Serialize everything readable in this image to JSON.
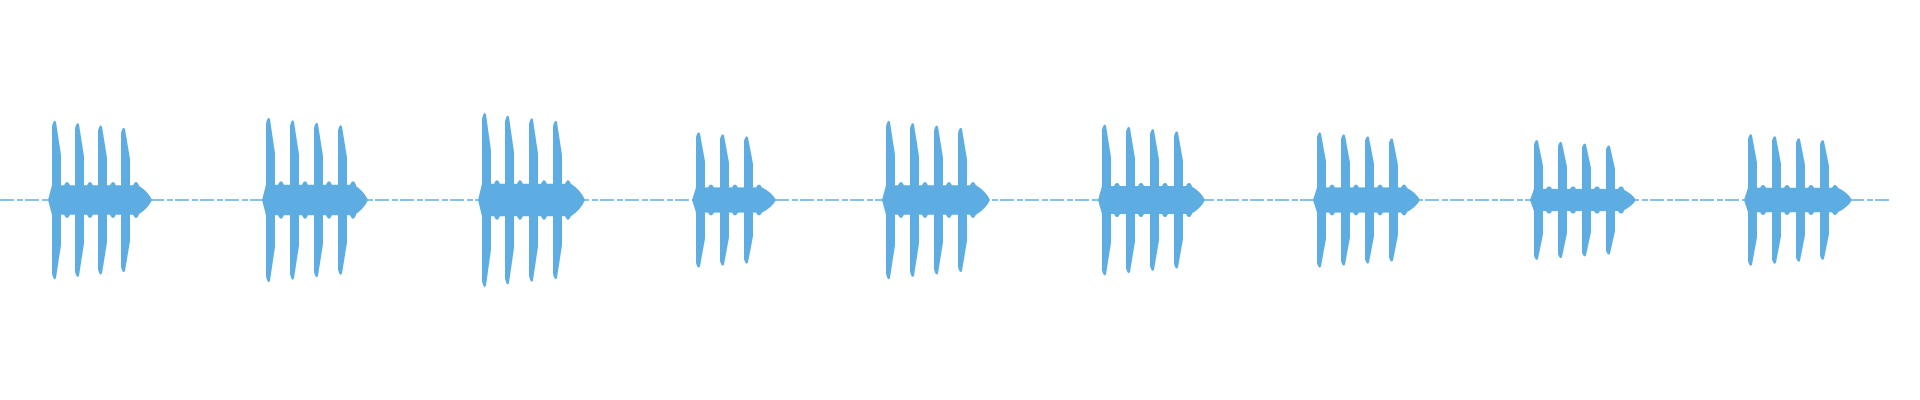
{
  "chart_data": {
    "type": "area",
    "title": "",
    "xlabel": "",
    "ylabel": "",
    "grid": false,
    "legend": "none",
    "ylim": [
      -1,
      1
    ],
    "color": "#5DADE2",
    "x_extent": [
      0,
      1920
    ],
    "bursts": [
      {
        "start": 48,
        "end": 152,
        "pulses": [
          52,
          75,
          98,
          121
        ],
        "peak": 0.82
      },
      {
        "start": 262,
        "end": 368,
        "pulses": [
          266,
          290,
          314,
          338
        ],
        "peak": 0.85
      },
      {
        "start": 478,
        "end": 585,
        "pulses": [
          482,
          505,
          529,
          553
        ],
        "peak": 0.9
      },
      {
        "start": 692,
        "end": 776,
        "pulses": [
          696,
          720,
          744
        ],
        "peak": 0.7
      },
      {
        "start": 882,
        "end": 990,
        "pulses": [
          886,
          910,
          934,
          958
        ],
        "peak": 0.82
      },
      {
        "start": 1098,
        "end": 1205,
        "pulses": [
          1102,
          1126,
          1150,
          1174
        ],
        "peak": 0.78
      },
      {
        "start": 1313,
        "end": 1420,
        "pulses": [
          1317,
          1341,
          1365,
          1389
        ],
        "peak": 0.7
      },
      {
        "start": 1530,
        "end": 1636,
        "pulses": [
          1534,
          1558,
          1582,
          1606
        ],
        "peak": 0.62
      },
      {
        "start": 1744,
        "end": 1852,
        "pulses": [
          1748,
          1772,
          1796,
          1820
        ],
        "peak": 0.68
      }
    ]
  }
}
